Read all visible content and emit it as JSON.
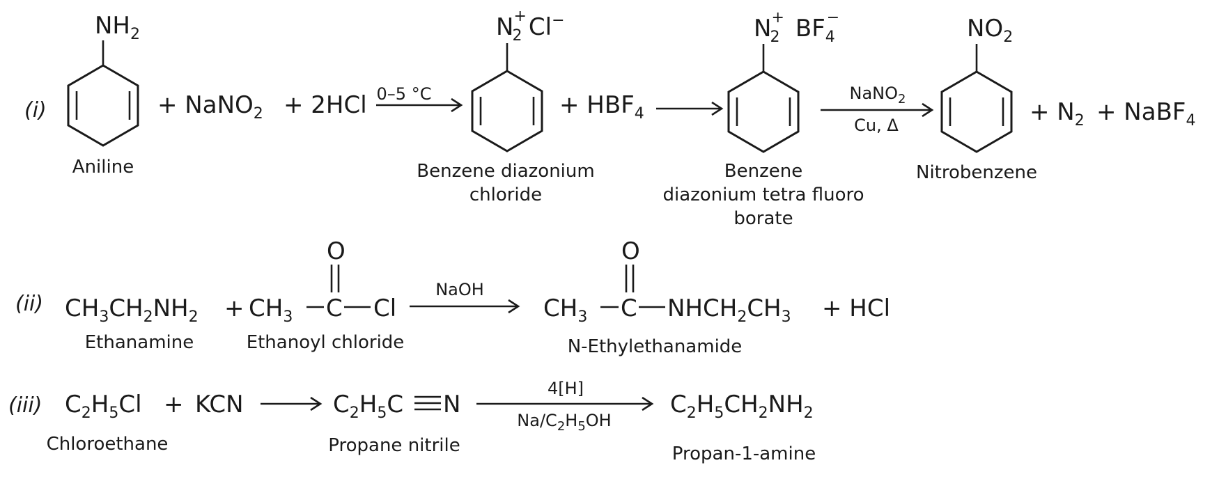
{
  "reactions": [
    {
      "number": "(i)",
      "pieces": {
        "plus_nano2": "+ NaNO",
        "nano2_sub": "2",
        "plus_2hcl": "+ 2HCl",
        "cond_1": "0–5 °C",
        "plus_hbf4": "+ HBF",
        "hbf4_sub": "4",
        "cond_2_top": "NaNO",
        "cond_2_top_sub": "2",
        "cond_2_bottom": "Cu, Δ",
        "plus_n2": "+ N",
        "n2_sub": "2",
        "plus_nabf4": "+ NaBF",
        "nabf4_sub": "4"
      },
      "structures": {
        "aniline_group": "NH",
        "aniline_group_sub": "2",
        "aniline_name": "Aniline",
        "diazonium_chloride_group": "N",
        "diazonium_chloride_group_sub": "2",
        "diazonium_chloride_group_sup": "+",
        "diazonium_chloride_counter": "Cl",
        "diazonium_chloride_counter_sup": "−",
        "diazonium_chloride_name_1": "Benzene diazonium",
        "diazonium_chloride_name_2": "chloride",
        "fluoroborate_group": "N",
        "fluoroborate_group_sub": "2",
        "fluoroborate_group_sup": "+",
        "fluoroborate_counter": "BF",
        "fluoroborate_counter_sub": "4",
        "fluoroborate_counter_sup": "−",
        "fluoroborate_name_1": "Benzene",
        "fluoroborate_name_2": "diazonium tetra fluoro",
        "fluoroborate_name_3": "borate",
        "nitrobenzene_group": "NO",
        "nitrobenzene_group_sub": "2",
        "nitrobenzene_name": "Nitrobenzene"
      }
    },
    {
      "number": "(ii)",
      "pieces": {
        "reactant_1": "CH",
        "reactant_1_sub_a": "3",
        "reactant_1_mid": "CH",
        "reactant_1_sub_b": "2",
        "reactant_1_end": "NH",
        "reactant_1_sub_c": "2",
        "plus": "+",
        "acyl_ch": "CH",
        "acyl_ch_sub": "3",
        "acyl_c": "C",
        "acyl_cl": "Cl",
        "acyl_o": "O",
        "cond": "NaOH",
        "prod_ch": "CH",
        "prod_ch_sub": "3",
        "prod_c": "C",
        "prod_o": "O",
        "prod_nh": "NHCH",
        "prod_nh_sub": "2",
        "prod_ch3": "CH",
        "prod_ch3_sub": "3",
        "plus_hcl": "+ HCl",
        "name_1": "Ethanamine",
        "name_2": "Ethanoyl chloride",
        "name_3": "N-Ethylethanamide"
      }
    },
    {
      "number": "(iii)",
      "pieces": {
        "r1_c": "C",
        "r1_c_sub": "2",
        "r1_h": "H",
        "r1_h_sub": "5",
        "r1_cl": "Cl",
        "plus": "+",
        "kcn": "KCN",
        "p1_c": "C",
        "p1_c_sub": "2",
        "p1_h": "H",
        "p1_h_sub": "5",
        "p1_cn": "C",
        "p1_n": "N",
        "cond_top": "4[H]",
        "cond_bottom_na": "Na/C",
        "cond_bottom_sub_a": "2",
        "cond_bottom_h": "H",
        "cond_bottom_sub_b": "5",
        "cond_bottom_oh": "OH",
        "p2_c": "C",
        "p2_c_sub": "2",
        "p2_h": "H",
        "p2_h_sub": "5",
        "p2_ch": "CH",
        "p2_ch_sub": "2",
        "p2_nh": "NH",
        "p2_nh_sub": "2",
        "name_1": "Chloroethane",
        "name_2": "Propane nitrile",
        "name_3": "Propan-1-amine"
      }
    }
  ]
}
